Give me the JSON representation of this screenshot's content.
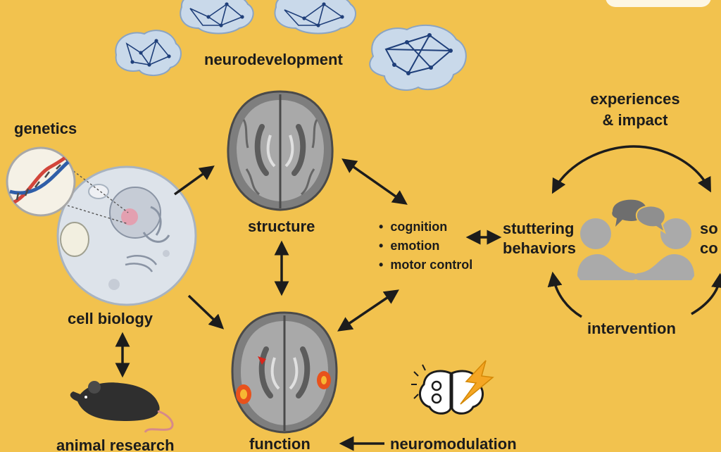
{
  "labels": {
    "neurodevelopment": "neurodevelopment",
    "genetics": "genetics",
    "cell_biology": "cell biology",
    "animal_research": "animal research",
    "structure": "structure",
    "function": "function",
    "neuromodulation": "neuromodulation",
    "stuttering_line1": "stuttering",
    "stuttering_line2": "behaviors",
    "experiences_line1": "experiences",
    "experiences_line2": "& impact",
    "intervention": "intervention",
    "social_line1": "so",
    "social_line2": "co"
  },
  "bullets": [
    "cognition",
    "emotion",
    "motor control"
  ],
  "colors": {
    "background": "#f2c24e",
    "text": "#1c1c1c",
    "brain_gray": "#8a8a8a",
    "activation": "#e8521c",
    "network": "#1f3f7a"
  }
}
